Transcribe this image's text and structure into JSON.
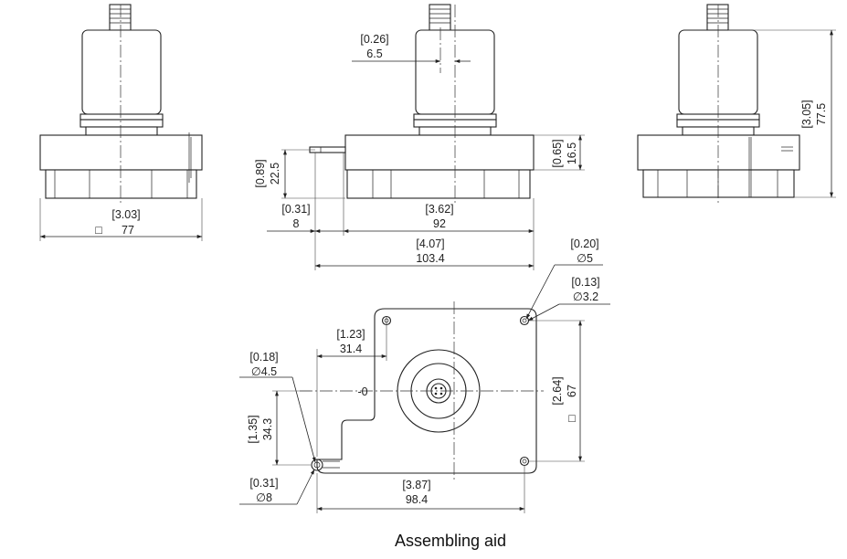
{
  "caption": "Assembling aid",
  "front_view": {
    "inch": "[3.03]",
    "mm": "77",
    "symbol": "□"
  },
  "side_view": {
    "offset_inch": "[0.26]",
    "offset_mm": "6.5",
    "height_inch": "[0.89]",
    "height_mm": "22.5",
    "pin_inch": "[0.31]",
    "pin_mm": "8",
    "body_inch": "[3.62]",
    "body_mm": "92",
    "total_inch": "[4.07]",
    "total_mm": "103.4",
    "flange_inch": "[0.65]",
    "flange_mm": "16.5"
  },
  "rear_view": {
    "inch": "[3.05]",
    "mm": "77.5"
  },
  "plan_view": {
    "hole_small_inch": "[0.20]",
    "hole_small_mm": "∅5",
    "hole_tiny_inch": "[0.13]",
    "hole_tiny_mm": "∅3.2",
    "offset_inch": "[1.23]",
    "offset_mm": "31.4",
    "pin_hole_inch": "[0.18]",
    "pin_hole_mm": "∅4.5",
    "zero": "-0",
    "vert_inch": "[1.35]",
    "vert_mm": "34.3",
    "height_inch": "[2.64]",
    "height_mm": "67",
    "height_symbol": "□",
    "pin_inch": "[0.31]",
    "pin_mm": "∅8",
    "width_inch": "[3.87]",
    "width_mm": "98.4"
  }
}
